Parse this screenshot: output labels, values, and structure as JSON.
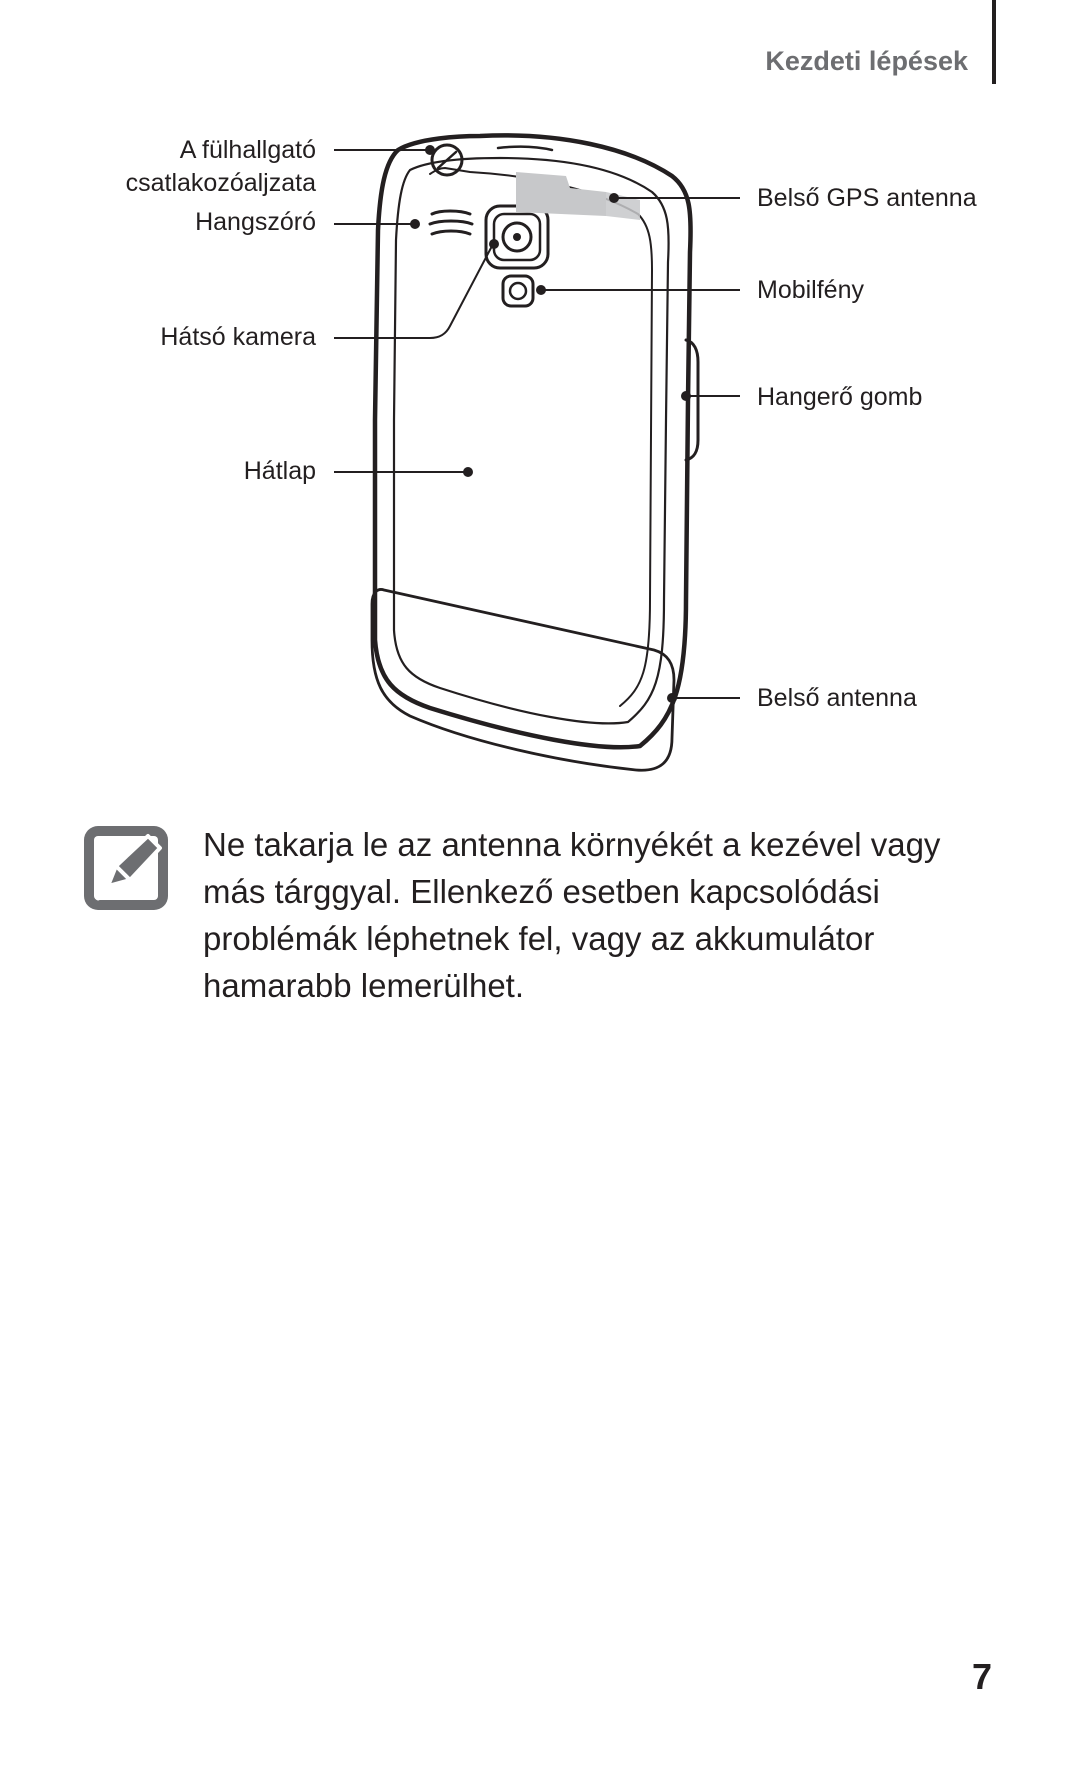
{
  "header": {
    "section_title": "Kezdeti lépések"
  },
  "diagram": {
    "labels": {
      "headset_jack_line1": "A fülhallgató",
      "headset_jack_line2": "csatlakozóaljzata",
      "speaker": "Hangszóró",
      "rear_camera": "Hátsó kamera",
      "back_cover": "Hátlap",
      "gps_antenna": "Belső GPS antenna",
      "flash": "Mobilfény",
      "volume_button": "Hangerő gomb",
      "internal_antenna": "Belső antenna"
    }
  },
  "note": {
    "icon": "note-pencil-icon",
    "text": "Ne takarja le az antenna környékét a kezével vagy más tárggyal. Ellenkező esetben kapcsolódási problémák léphetnek fel, vagy az akkumulátor hamarabb lemerülhet."
  },
  "footer": {
    "page_number": "7"
  }
}
